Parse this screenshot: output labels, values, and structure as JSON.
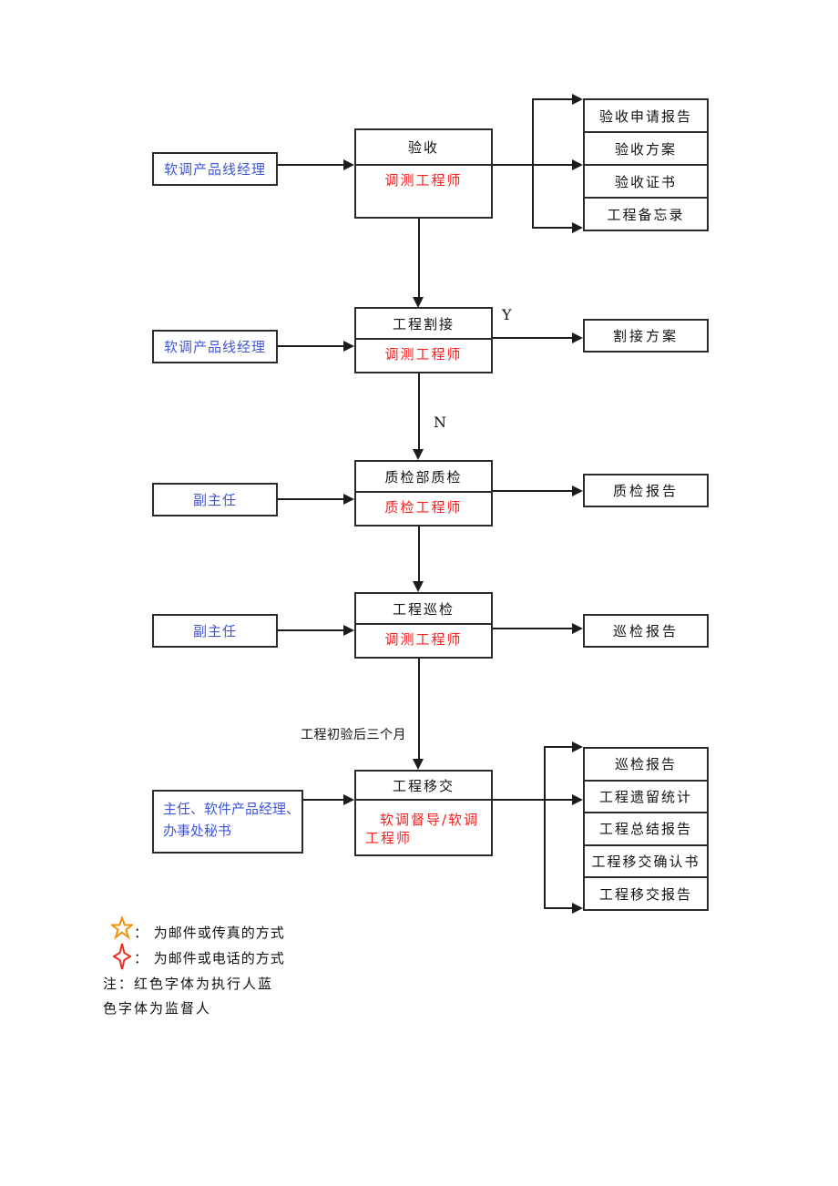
{
  "flow": {
    "steps": [
      {
        "supervisor": "软调产品线经理",
        "title": "验收",
        "executor": "调测工程师",
        "docs": [
          "验收申请报告",
          "验收方案",
          "验收证书",
          "工程备忘录"
        ]
      },
      {
        "supervisor": "软调产品线经理",
        "title": "工程割接",
        "executor": "调测工程师",
        "docs": [
          "割接方案"
        ]
      },
      {
        "supervisor": "副主任",
        "title": "质检部质检",
        "executor": "质检工程师",
        "docs": [
          "质检报告"
        ]
      },
      {
        "supervisor": "副主任",
        "title": "工程巡检",
        "executor": "调测工程师",
        "docs": [
          "巡检报告"
        ]
      },
      {
        "supervisor_line1": "主任、软件产品经理、",
        "supervisor_line2": "办事处秘书",
        "title": "工程移交",
        "executor_line1": "软调督导/软调",
        "executor_line2": "工程师",
        "docs": [
          "巡检报告",
          "工程遗留统计",
          "工程总结报告",
          "工程移交确认书",
          "工程移交报告"
        ]
      }
    ]
  },
  "labels": {
    "branch_yes": "Y",
    "branch_no": "N",
    "transfer_wait": "工程初验后三个月"
  },
  "legend": {
    "items": [
      {
        "icon": "five-pointed-star-icon",
        "text": "： 为邮件或传真的方式"
      },
      {
        "icon": "four-pointed-star-icon",
        "text": "： 为邮件或电话的方式"
      }
    ],
    "note_line1": "注：红色字体为执行人蓝",
    "note_line2": "色字体为监督人"
  },
  "colors": {
    "executor_red": "#f81e1e",
    "supervisor_blue": "#3f55dc",
    "line_black": "#1c1c1c",
    "star_orange": "#f5900f",
    "star_red": "#e8301e"
  }
}
